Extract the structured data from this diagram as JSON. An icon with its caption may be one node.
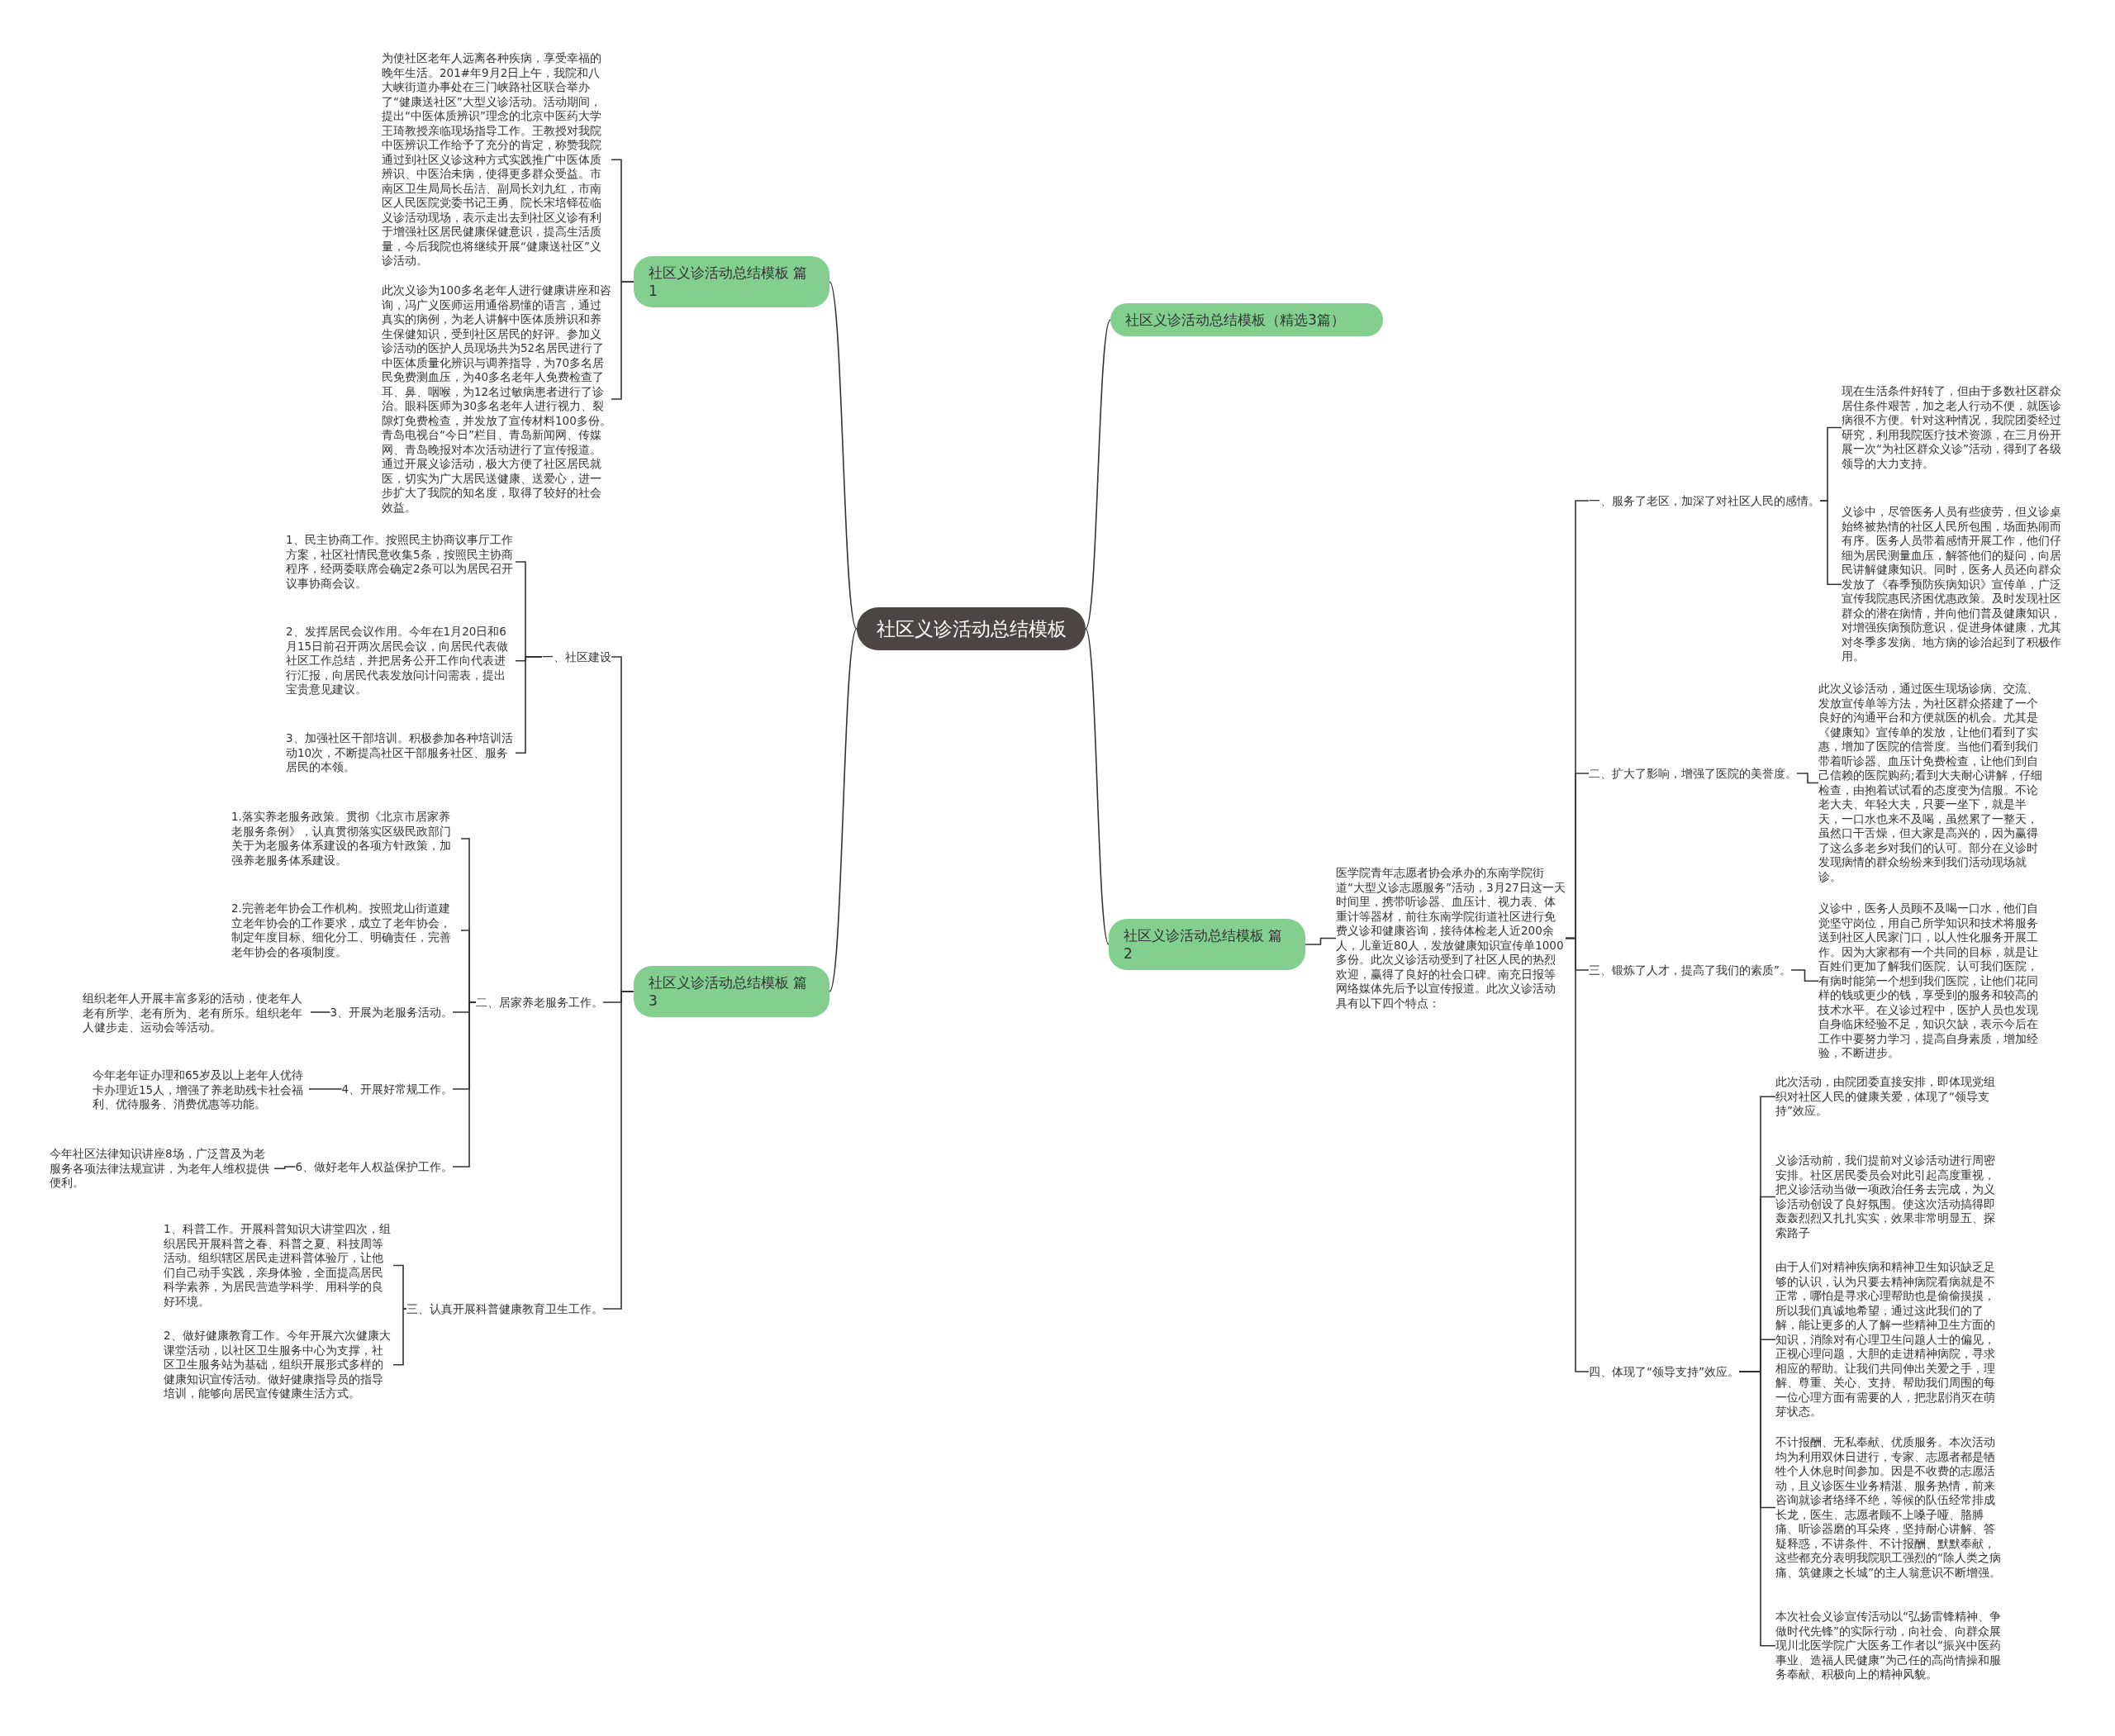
{
  "diagram": {
    "nodes": [
      {
        "text": [
          "社区义诊活动总结模板"
        ]
      },
      {
        "text": [
          "社区义诊活动总结模板 篇1"
        ]
      },
      {
        "text": [
          "为使社区老年人远离各种疾病，享受幸福的晚年生活。201#年9月2日上午，我院和八大峡街道办事处在三门峡路社区联合举办了“健康送社区”大型义诊活动。活动期间，提出“中医体质辨识”理念的北京中医药大学王琦教授亲临现场指导工作。王教授对我院中医辨识工作给予了充分的肯定，称赞我院通过到社区义诊这种方式实践推广中医体质辨识、中医治未病，使得更多群众受益。市南区卫生局局长岳洁、副局长刘九红，市南区人民医院党委书记王勇、院长宋培铎莅临义诊活动现场，表示走出去到社区义诊有利于增强社区居民健康保健意识，提高生活质量，今后我院也将继续开展“健康送社区”义诊活动。"
        ]
      },
      {
        "text": [
          "此次义诊为100多名老年人进行健康讲座和咨询，冯广义医师运用通俗易懂的语言，通过真实的病例，为老人讲解中医体质辨识和养生保健知识，受到社区居民的好评。参加义诊活动的医护人员现场共为52名居民进行了中医体质量化辨识与调养指导，为70多名居民免费测血压，为40多名老年人免费检查了耳、鼻、咽喉，为12名过敏病患者进行了诊治。眼科医师为30多名老年人进行视力、裂隙灯免费检查，并发放了宣传材料100多份。青岛电视台“今日”栏目、青岛新闻网、传媒网、青岛晚报对本次活动进行了宣传报道。通过开展义诊活动，极大方便了社区居民就医，切实为广大居民送健康、送爱心，进一步扩大了我院的知名度，取得了较好的社会效益。"
        ]
      },
      {
        "text": [
          "社区义诊活动总结模板（精选3篇）"
        ]
      },
      {
        "text": [
          "社区义诊活动总结模板 篇2"
        ]
      },
      {
        "text": [
          "医学院青年志愿者协会承办的东南学院街道“大型义诊志愿服务”活动，3月27日这一天时间里，携带听诊器、血压计、视力表、体重计等器材，前往东南学院街道社区进行免费义诊和健康咨询，接待体检老人近200余人，儿童近80人，发放健康知识宣传单1000多份。此次义诊活动受到了社区人民的热烈欢迎，赢得了良好的社会口碑。南充日报等网络媒体先后予以宣传报道。此次义诊活动具有以下四个特点："
        ]
      },
      {
        "text": [
          "一、服务了老区，加深了对社区人民的感情。"
        ]
      },
      {
        "text": [
          "现在生活条件好转了，但由于多数社区群众居住条件艰苦，加之老人行动不便，就医诊病很不方便。针对这种情况，我院团委经过研究，利用我院医疗技术资源，在三月份开展一次“为社区群众义诊”活动，得到了各级领导的大力支持。"
        ]
      },
      {
        "text": [
          "义诊中，尽管医务人员有些疲劳，但义诊桌始终被热情的社区人民所包围，场面热闹而有序。医务人员带着感情开展工作，他们仔细为居民测量血压，解答他们的疑问，向居民讲解健康知识。同时，医务人员还向群众发放了《春季预防疾病知识》宣传单，广泛宣传我院惠民济困优惠政策。及时发现社区群众的潜在病情，并向他们普及健康知识，对增强疾病预防意识，促进身体健康，尤其对冬季多发病、地方病的诊治起到了积极作用。"
        ]
      },
      {
        "text": [
          "二、扩大了影响，增强了医院的美誉度。"
        ]
      },
      {
        "text": [
          "此次义诊活动，通过医生现场诊病、交流、发放宣传单等方法，为社区群众搭建了一个良好的沟通平台和方便就医的机会。尤其是《健康知》宣传单的发放，让他们看到了实惠，增加了医院的信誉度。当他们看到我们带着听诊器、血压计免费检查，让他们到自己信赖的医院购药;看到大夫耐心讲解，仔细检查，由抱着试试看的态度变为信服。不论老大夫、年轻大夫，只要一坐下，就是半天，一口水也来不及喝，虽然累了一整天，虽然口干舌燥，但大家是高兴的，因为赢得了这么多老乡对我们的认可。部分在义诊时发现病情的群众纷纷来到我们活动现场就诊。"
        ]
      },
      {
        "text": [
          "三、锻炼了人才，提高了我们的素质”。"
        ]
      },
      {
        "text": [
          "义诊中，医务人员顾不及喝一口水，他们自觉坚守岗位，用自己所学知识和技术将服务送到社区人民家门口，以人性化服务开展工作。因为大家都有一个共同的目标，就是让百姓们更加了解我们医院、认可我们医院，有病时能第一个想到我们医院，让他们花同样的钱或更少的钱，享受到的服务和较高的技术水平。在义诊过程中，医护人员也发现自身临床经验不足，知识欠缺，表示今后在工作中要努力学习，提高自身素质，增加经验，不断进步。"
        ]
      },
      {
        "text": [
          "四、体现了“领导支持”效应。"
        ]
      },
      {
        "text": [
          "此次活动，由院团委直接安排，即体现党组织对社区人民的健康关爱，体现了“领导支持”效应。"
        ]
      },
      {
        "text": [
          "义诊活动前，我们提前对义诊活动进行周密安排。社区居民委员会对此引起高度重视，把义诊活动当做一项政治任务去完成，为义诊活动创设了良好氛围。使这次活动搞得即轰轰烈烈又扎扎实实，效果非常明显五、探索路子"
        ]
      },
      {
        "text": [
          "由于人们对精神疾病和精神卫生知识缺乏足够的认识，认为只要去精神病院看病就是不正常，哪怕是寻求心理帮助也是偷偷摸摸，所以我们真诚地希望，通过这此我们的了解，能让更多的人了解一些精神卫生方面的知识，消除对有心理卫生问题人士的偏见，正视心理问题，大胆的走进精神病院，寻求相应的帮助。让我们共同伸出关爱之手，理解、尊重、关心、支持、帮助我们周围的每一位心理方面有需要的人，把悲剧消灭在萌芽状态。"
        ]
      },
      {
        "text": [
          "不计报酬、无私奉献、优质服务。本次活动均为利用双休日进行，专家、志愿者都是牺牲个人休息时间参加。因是不收费的志愿活动，且义诊医生业务精湛、服务热情，前来咨询就诊者络绎不绝，等候的队伍经常排成长龙，医生、志愿者顾不上嗓子哑、胳膊痛、听诊器磨的耳朵疼，坚持耐心讲解、答疑释惑，不讲条件、不计报酬、默默奉献，这些都充分表明我院职工强烈的“除人类之病痛、筑健康之长城”的主人翁意识不断增强。"
        ]
      },
      {
        "text": [
          "本次社会义诊宣传活动以“弘扬雷锋精神、争做时代先锋”的实际行动，向社会、向群众展现川北医学院广大医务工作者以“振兴中医药事业、造福人民健康”为己任的高尚情操和服务奉献、积极向上的精神风貌。"
        ]
      },
      {
        "text": [
          "社区义诊活动总结模板 篇3"
        ]
      },
      {
        "text": [
          "一、社区建设"
        ]
      },
      {
        "text": [
          "1、民主协商工作。按照民主协商议事厅工作方案，社区社情民意收集5条，按照民主协商程序，经两委联席会确定2条可以为居民召开议事协商会议。"
        ]
      },
      {
        "text": [
          "2、发挥居民会议作用。今年在1月20日和6月15日前召开两次居民会议，向居民代表做社区工作总结，并把居务公开工作向代表进行汇报，向居民代表发放问计问需表，提出宝贵意见建议。"
        ]
      },
      {
        "text": [
          "3、加强社区干部培训。积极参加各种培训活动10次，不断提高社区干部服务社区、服务居民的本领。"
        ]
      },
      {
        "text": [
          "二、居家养老服务工作。"
        ]
      },
      {
        "text": [
          "1.落实养老服务政策。贯彻《北京市居家养老服务条例》，认真贯彻落实区级民政部门关于为老服务体系建设的各项方针政策，加强养老服务体系建设。"
        ]
      },
      {
        "text": [
          "2.完善老年协会工作机构。按照龙山街道建立老年协会的工作要求，成立了老年协会，制定年度目标、细化分工、明确责任，完善老年协会的各项制度。"
        ]
      },
      {
        "text": [
          "3、开展为老服务活动。"
        ]
      },
      {
        "text": [
          "组织老年人开展丰富多彩的活动，使老年人老有所学、老有所为、老有所乐。组织老年人健步走、运动会等活动。"
        ]
      },
      {
        "text": [
          "4、开展好常规工作。"
        ]
      },
      {
        "text": [
          "今年老年证办理和65岁及以上老年人优待卡办理近15人，增强了养老助残卡社会福利、优待服务、消费优惠等功能。"
        ]
      },
      {
        "text": [
          "6、做好老年人权益保护工作。"
        ]
      },
      {
        "text": [
          "今年社区法律知识讲座8场，广泛普及为老服务各项法律法规宣讲，为老年人维权提供便利。"
        ]
      },
      {
        "text": [
          "三、认真开展科普健康教育卫生工作。"
        ]
      },
      {
        "text": [
          "1、科普工作。开展科普知识大讲堂四次，组织居民开展科普之春、科普之夏、科技周等活动。组织辖区居民走进科普体验厅，让他们自己动手实践，亲身体验，全面提高居民科学素养，为居民营造学科学、用科学的良好环境。"
        ]
      },
      {
        "text": [
          "2、做好健康教育工作。今年开展六次健康大课堂活动，以社区卫生服务中心为支撑，社区卫生服务站为基础，组织开展形式多样的健康知识宣传活动。做好健康指导员的指导培训，能够向居民宣传健康生活方式。"
        ]
      }
    ],
    "edges": [
      {
        "from": 0,
        "to": 1,
        "arrow": "none"
      },
      {
        "from": 0,
        "to": 4,
        "arrow": "none"
      },
      {
        "from": 0,
        "to": 5,
        "arrow": "none"
      },
      {
        "from": 0,
        "to": 20,
        "arrow": "none"
      },
      {
        "from": 1,
        "to": 2,
        "arrow": "none"
      },
      {
        "from": 1,
        "to": 3,
        "arrow": "none"
      },
      {
        "from": 5,
        "to": 6,
        "arrow": "none"
      },
      {
        "from": 6,
        "to": 7,
        "arrow": "none"
      },
      {
        "from": 6,
        "to": 10,
        "arrow": "none"
      },
      {
        "from": 6,
        "to": 12,
        "arrow": "none"
      },
      {
        "from": 6,
        "to": 14,
        "arrow": "none"
      },
      {
        "from": 7,
        "to": 8,
        "arrow": "none"
      },
      {
        "from": 7,
        "to": 9,
        "arrow": "none"
      },
      {
        "from": 10,
        "to": 11,
        "arrow": "none"
      },
      {
        "from": 12,
        "to": 13,
        "arrow": "none"
      },
      {
        "from": 14,
        "to": 15,
        "arrow": "none"
      },
      {
        "from": 14,
        "to": 16,
        "arrow": "none"
      },
      {
        "from": 14,
        "to": 17,
        "arrow": "none"
      },
      {
        "from": 14,
        "to": 18,
        "arrow": "none"
      },
      {
        "from": 14,
        "to": 19,
        "arrow": "none"
      },
      {
        "from": 20,
        "to": 21,
        "arrow": "none"
      },
      {
        "from": 20,
        "to": 25,
        "arrow": "none"
      },
      {
        "from": 20,
        "to": 34,
        "arrow": "none"
      },
      {
        "from": 21,
        "to": 22,
        "arrow": "none"
      },
      {
        "from": 21,
        "to": 23,
        "arrow": "none"
      },
      {
        "from": 21,
        "to": 24,
        "arrow": "none"
      },
      {
        "from": 25,
        "to": 26,
        "arrow": "none"
      },
      {
        "from": 25,
        "to": 27,
        "arrow": "none"
      },
      {
        "from": 25,
        "to": 28,
        "arrow": "none"
      },
      {
        "from": 25,
        "to": 30,
        "arrow": "none"
      },
      {
        "from": 25,
        "to": 32,
        "arrow": "none"
      },
      {
        "from": 28,
        "to": 29,
        "arrow": "none"
      },
      {
        "from": 30,
        "to": 31,
        "arrow": "none"
      },
      {
        "from": 32,
        "to": 33,
        "arrow": "none"
      },
      {
        "from": 34,
        "to": 35,
        "arrow": "none"
      },
      {
        "from": 34,
        "to": 36,
        "arrow": "none"
      }
    ]
  }
}
